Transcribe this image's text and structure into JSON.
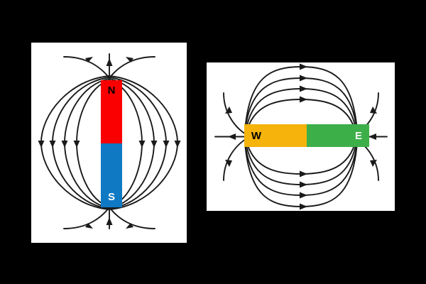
{
  "figure": {
    "background_color": "#000000",
    "panel_background": "#ffffff",
    "field_line_color": "#1a1a1a"
  },
  "panels": [
    {
      "id": "vertical-bar-magnet",
      "orientation": "vertical",
      "poles": [
        {
          "label": "N",
          "name": "north-pole",
          "color": "#FA0000",
          "text_color": "#000000"
        },
        {
          "label": "S",
          "name": "south-pole",
          "color": "#1079C4",
          "text_color": "#ffffff"
        }
      ],
      "field_loops_per_side": 4,
      "axis_arrow": "up"
    },
    {
      "id": "horizontal-bar-magnet",
      "orientation": "horizontal",
      "poles": [
        {
          "label": "W",
          "name": "west-pole",
          "color": "#F5B30C",
          "text_color": "#000000"
        },
        {
          "label": "E",
          "name": "east-pole",
          "color": "#3DAF49",
          "text_color": "#ffffff"
        }
      ],
      "field_loops_per_side": 4,
      "axis_arrow": "left"
    }
  ]
}
